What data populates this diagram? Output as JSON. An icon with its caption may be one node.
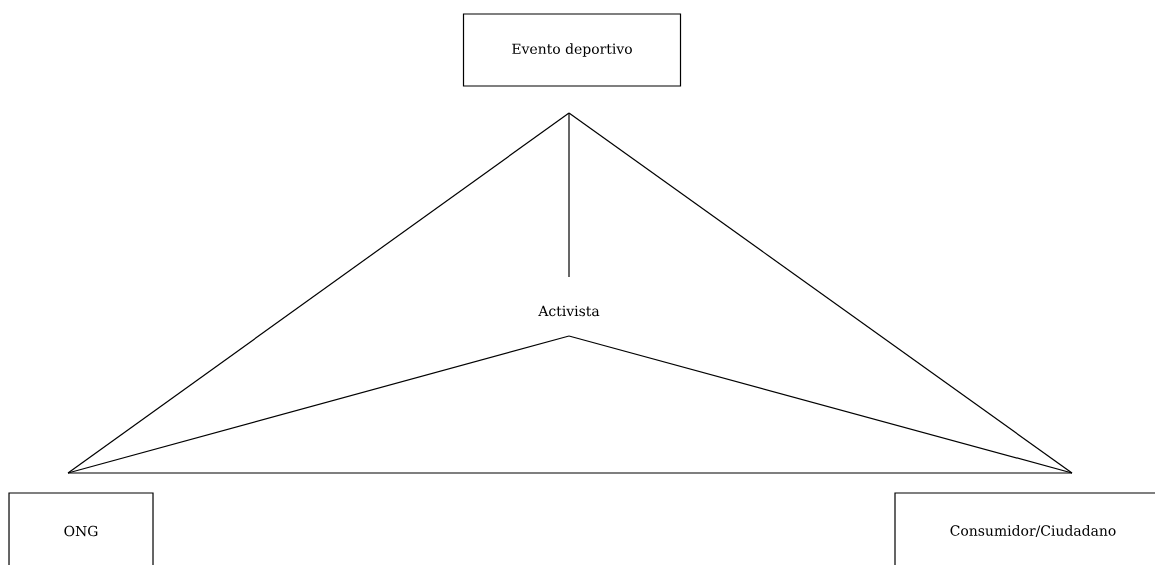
{
  "diagram": {
    "nodes": [
      {
        "text": [
          "Evento deportivo"
        ]
      },
      {
        "text": [
          "Activista"
        ]
      },
      {
        "text": [
          "ONG"
        ]
      },
      {
        "text": [
          "Consumidor/Ciudadano"
        ]
      }
    ],
    "edges": [
      {
        "from": 0,
        "to": 2,
        "arrow": "none"
      },
      {
        "from": 0,
        "to": 3,
        "arrow": "none"
      },
      {
        "from": 0,
        "to": 1,
        "arrow": "none"
      },
      {
        "from": 1,
        "to": 2,
        "arrow": "none"
      },
      {
        "from": 1,
        "to": 3,
        "arrow": "none"
      },
      {
        "from": 2,
        "to": 3,
        "arrow": "none"
      }
    ]
  }
}
